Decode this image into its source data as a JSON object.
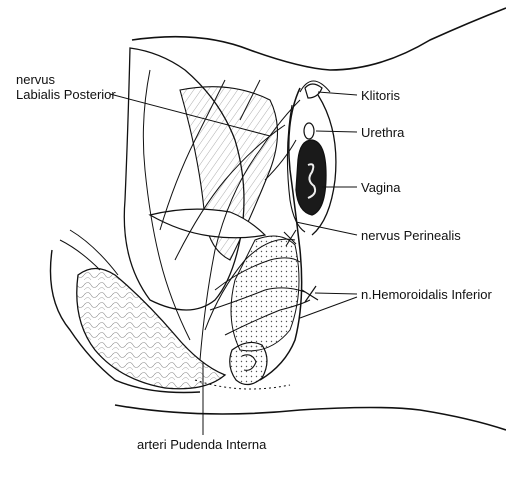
{
  "labels": {
    "nervus_line1": "nervus",
    "nervus_line2": "Labialis Posterior",
    "klitoris": "Klitoris",
    "urethra": "Urethra",
    "vagina": "Vagina",
    "nervus_perinealis": "nervus Perinealis",
    "hemoroidalis": "n.Hemoroidalis Inferior",
    "arteri_pudenda": "arteri Pudenda Interna"
  },
  "colors": {
    "ink": "#111111",
    "shade": "#2a2a2a",
    "paper": "#ffffff"
  }
}
